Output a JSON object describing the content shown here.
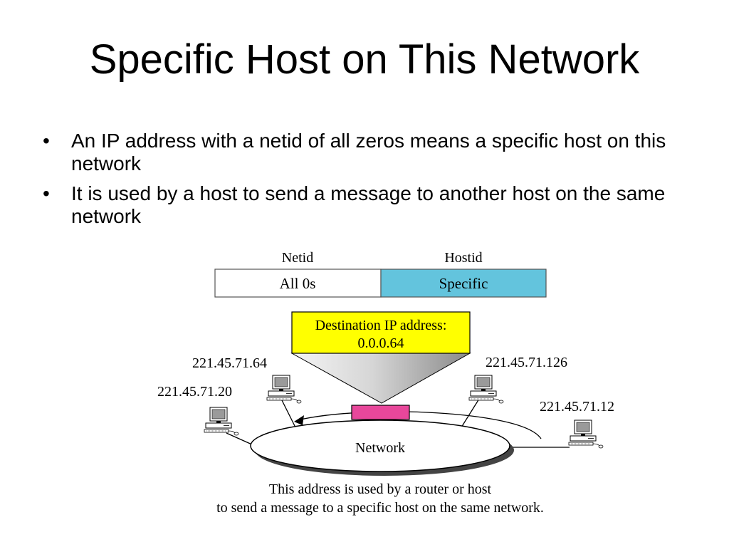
{
  "slide": {
    "title": "Specific Host on This Network",
    "bullets": [
      "An IP address with a netid of all zeros means a specific host on this network",
      "It is used by a host to send a message to another host on the same network"
    ],
    "bullet_glyph": "•"
  },
  "figure": {
    "address_format": {
      "netid_label": "Netid",
      "hostid_label": "Hostid",
      "netid_value": "All 0s",
      "hostid_value": "Specific",
      "hostid_color": "#63c4dd"
    },
    "destination_box": {
      "line1": "Destination IP address:",
      "line2": "0.0.0.64",
      "color": "#ffff00"
    },
    "packet_color": "#e8479b",
    "hosts": [
      {
        "address": "221.45.71.64",
        "icon": "computer-icon"
      },
      {
        "address": "221.45.71.20",
        "icon": "computer-icon"
      },
      {
        "address": "221.45.71.126",
        "icon": "computer-icon"
      },
      {
        "address": "221.45.71.12",
        "icon": "computer-icon"
      }
    ],
    "network_label": "Network",
    "caption_line1": "This address is used by a router or host",
    "caption_line2": "to send a message to a specific host on the same network."
  }
}
